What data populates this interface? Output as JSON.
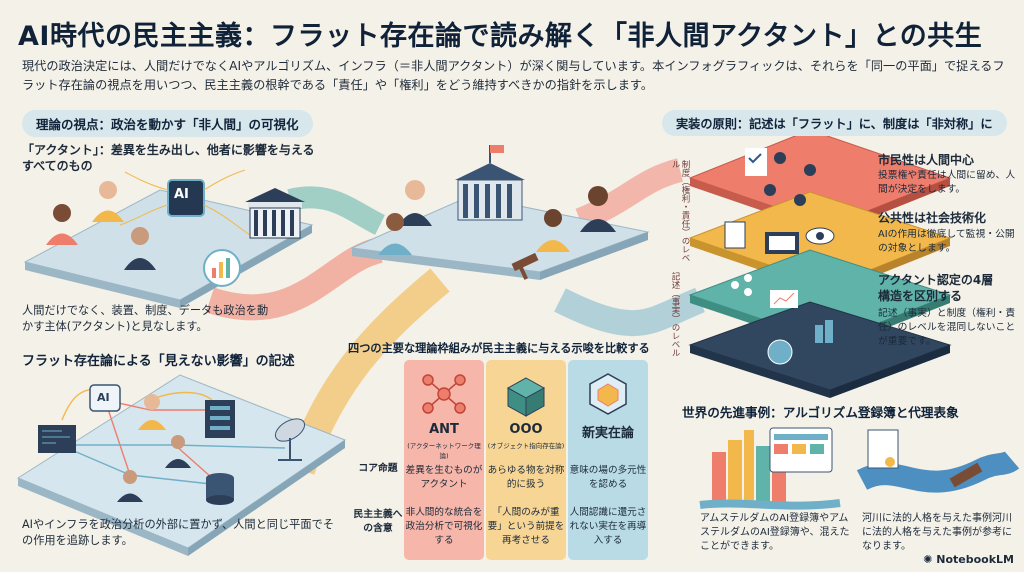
{
  "title": "AI時代の民主主義：フラット存在論で読み解く「非人間アクタント」との共生",
  "intro": "現代の政治決定には、人間だけでなくAIやアルゴリズム、インフラ（＝非人間アクタント）が深く関与しています。本インフォグラフィックは、それらを「同一の平面」で捉えるフラット存在論の視点を用いつつ、民主主義の根幹である「責任」や「権利」をどう維持すべきかの指針を示します。",
  "left": {
    "pill": "理論の視点：政治を動かす「非人間」の可視化",
    "actant_def": "「アクタント」：差異を生み出し、他者に影響を与えるすべてのもの",
    "ai_chip": "AI",
    "desc1": "人間だけでなく、装置、制度、データも政治を動かす主体(アクタント)と見なします。",
    "section2": "フラット存在論による「見えない影響」の記述",
    "ai_node": "AI",
    "desc2": "AIやインフラを政治分析の外部に置かず、人間と同じ平面でその作用を追跡します。"
  },
  "table": {
    "heading": "四つの主要な理論枠組みが民主主義に与える示唆を比較する",
    "row_labels": [
      "コア命題",
      "民主主義への含意"
    ],
    "columns": [
      {
        "name": "ANT",
        "sub": "(アクターネットワーク理論)",
        "core": "差異を生むものがアクタント",
        "impl": "非人間的な統合を政治分析で可視化する",
        "color": "#ef7d6c"
      },
      {
        "name": "OOO",
        "sub": "(オブジェクト指向存在論)",
        "core": "あらゆる物を対称的に扱う",
        "impl": "「人間のみが重要」という前提を再考させる",
        "color": "#f2b84b"
      },
      {
        "name": "新実在論",
        "sub": "",
        "core": "意味の場の多元性を認める",
        "impl": "人間認識に還元されない実在を再導入する",
        "color": "#6fb0c8"
      }
    ]
  },
  "right": {
    "pill": "実装の原則：記述は「フラット」に、制度は「非対称」に",
    "vertical_top": "制度（権利・責任）のレベル",
    "vertical_bottom": "記述（事実）のレベル",
    "items": [
      {
        "title": "市民性は人間中心",
        "desc": "投票権や責任は人間に留め、人間が決定をします。"
      },
      {
        "title": "公共性は社会技術化",
        "desc": "AIの作用は徹底して監視・公開の対象とします。"
      },
      {
        "title": "アクタント認定の4層構造を区別する",
        "desc": "記述（事実）と制度（権利・責任）のレベルを混同しないことが重要です。"
      }
    ],
    "cases_heading": "世界の先進事例：アルゴリズム登録簿と代理表象",
    "case1": "アムステルダムのAI登録簿やアムステルダムのAI登録簿や、混えたことができます。",
    "case2": "河川に法的人格を与えた事例河川に法的人格を与えた事例が参考になります。"
  },
  "badge": "NotebookLM",
  "colors": {
    "coral": "#ef7d6c",
    "yellow": "#f2b84b",
    "teal": "#5fb3a8",
    "navy": "#31465f",
    "blue": "#6fb0c8"
  }
}
